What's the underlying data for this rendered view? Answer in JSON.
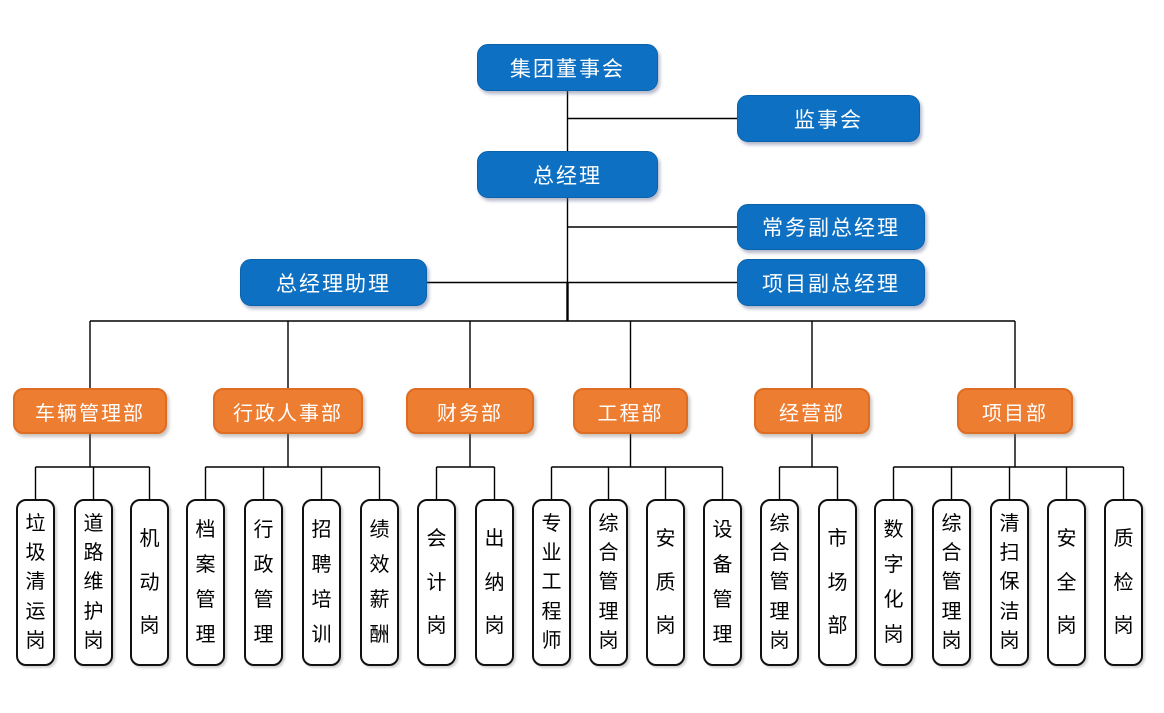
{
  "colors": {
    "primary_blue": "#0d70c2",
    "accent_orange": "#ed7d31",
    "connector_line": "#000000",
    "post_border": "#111111"
  },
  "executives": {
    "board": "集团董事会",
    "supervisory_board": "监事会",
    "general_manager": "总经理",
    "executive_deputy_gm": "常务副总经理",
    "gm_assistant": "总经理助理",
    "project_deputy_gm": "项目副总经理"
  },
  "departments": [
    {
      "name": "车辆管理部",
      "posts": [
        "垃圾清运岗",
        "道路维护岗",
        "机动岗"
      ]
    },
    {
      "name": "行政人事部",
      "posts": [
        "档案管理",
        "行政管理",
        "招聘培训",
        "绩效薪酬"
      ]
    },
    {
      "name": "财务部",
      "posts": [
        "会计岗",
        "出纳岗"
      ]
    },
    {
      "name": "工程部",
      "posts": [
        "专业工程师",
        "综合管理岗",
        "安质岗",
        "设备管理"
      ]
    },
    {
      "name": "经营部",
      "posts": [
        "综合管理岗",
        "市场部"
      ]
    },
    {
      "name": "项目部",
      "posts": [
        "数字化岗",
        "综合管理岗",
        "清扫保洁岗",
        "安全岗",
        "质检岗"
      ]
    }
  ]
}
